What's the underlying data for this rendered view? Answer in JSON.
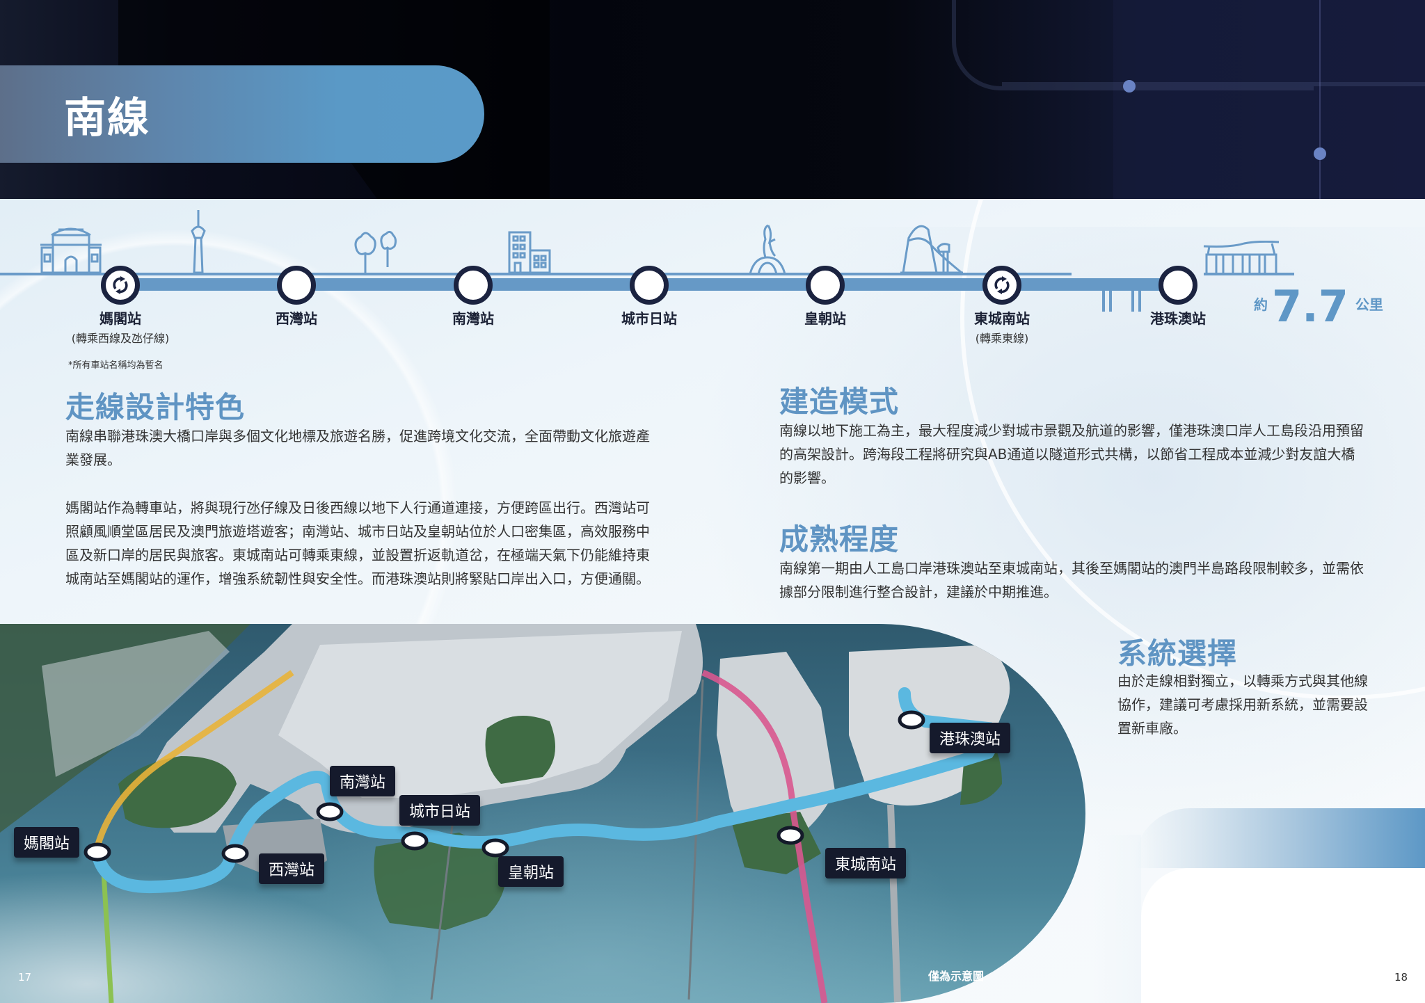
{
  "header": {
    "title": "南線"
  },
  "timeline": {
    "stations": [
      {
        "name": "媽閣站",
        "sub": "(轉乘西線及氹仔線)",
        "interchange": true
      },
      {
        "name": "西灣站",
        "sub": "",
        "interchange": false
      },
      {
        "name": "南灣站",
        "sub": "",
        "interchange": false
      },
      {
        "name": "城市日站",
        "sub": "",
        "interchange": false
      },
      {
        "name": "皇朝站",
        "sub": "",
        "interchange": false
      },
      {
        "name": "東城南站",
        "sub": "(轉乘東線)",
        "interchange": true
      },
      {
        "name": "港珠澳站",
        "sub": "",
        "interchange": false
      }
    ],
    "landmarks": [
      "a-ma-temple-icon",
      "macau-tower-icon",
      "trees-icon",
      "buildings-icon",
      "kun-iam-statue-icon",
      "sculpture-icon",
      "border-checkpoint-icon"
    ],
    "footnote": "*所有車站名稱均為暫名",
    "distance": {
      "prefix": "約",
      "value": "7.7",
      "unit": "公里"
    }
  },
  "sections": {
    "route_design": {
      "heading": "走線設計特色",
      "paragraphs": [
        "南線串聯港珠澳大橋口岸與多個文化地標及旅遊名勝，促進跨境文化交流，全面帶動文化旅遊產業發展。",
        "媽閣站作為轉車站，將與現行氹仔線及日後西線以地下人行通道連接，方便跨區出行。西灣站可照顧風順堂區居民及澳門旅遊塔遊客；南灣站、城市日站及皇朝站位於人口密集區，高效服務中區及新口岸的居民與旅客。東城南站可轉乘東線，並設置折返軌道岔，在極端天氣下仍能維持東城南站至媽閣站的運作，增強系統韌性與安全性。而港珠澳站則將緊貼口岸出入口，方便通關。"
      ]
    },
    "construction": {
      "heading": "建造模式",
      "paragraph": "南線以地下施工為主，最大程度減少對城市景觀及航道的影響，僅港珠澳口岸人工島段沿用預留的高架設計。跨海段工程將研究與AB通道以隧道形式共構，以節省工程成本並減少對友誼大橋的影響。"
    },
    "maturity": {
      "heading": "成熟程度",
      "paragraph": "南線第一期由人工島口岸港珠澳站至東城南站，其後至媽閣站的澳門半島路段限制較多，並需依據部分限制進行整合設計，建議於中期推進。"
    },
    "system": {
      "heading": "系統選擇",
      "paragraph": "由於走線相對獨立，以轉乘方式與其他線協作，建議可考慮採用新系統，並需要設置新車廠。"
    }
  },
  "map": {
    "labels": [
      "媽閣站",
      "西灣站",
      "南灣站",
      "城市日站",
      "皇朝站",
      "東城南站",
      "港珠澳站"
    ],
    "caption": "僅為示意圖",
    "line_colors": {
      "south_line": "#5bb8e0",
      "west_line": "#e8b23a",
      "taipa_line": "#8cc152",
      "east_line": "#d8588f"
    }
  },
  "colors": {
    "accent": "#5f94c3",
    "track": "#6699c6",
    "station_ring": "#1b2340",
    "header_dark": "#05070f"
  },
  "footer": {
    "page_left": "17",
    "page_right": "18"
  }
}
